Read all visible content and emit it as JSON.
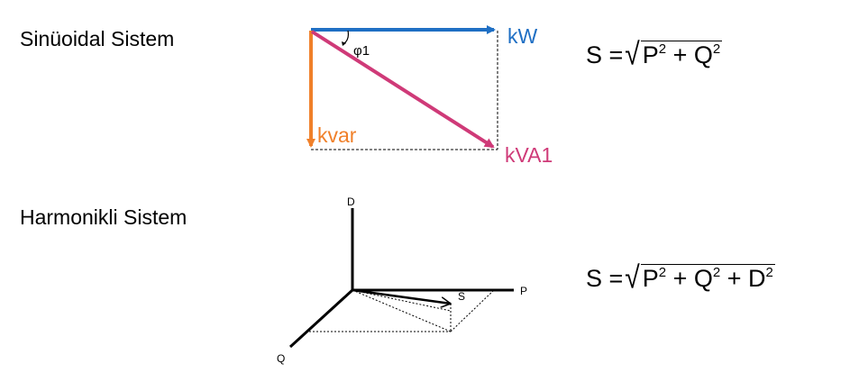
{
  "sinusoidal": {
    "title": "Sinüoidal Sistem",
    "labels": {
      "kw": "kW",
      "kvar": "kvar",
      "kva": "kVA1",
      "angle": "φ1"
    },
    "colors": {
      "kw": "#1f6fc4",
      "kvar": "#f0802a",
      "kva": "#cf3a78"
    },
    "formula": {
      "lhs": "S =",
      "radicand": [
        "P",
        "2",
        " + Q",
        "2"
      ]
    }
  },
  "harmonic": {
    "title": "Harmonikli Sistem",
    "labels": {
      "d": "D",
      "p": "P",
      "q": "Q",
      "s": "S"
    },
    "formula": {
      "lhs": "S =",
      "radicand": [
        "P",
        "2",
        " + Q",
        "2",
        " + D",
        "2"
      ]
    }
  }
}
